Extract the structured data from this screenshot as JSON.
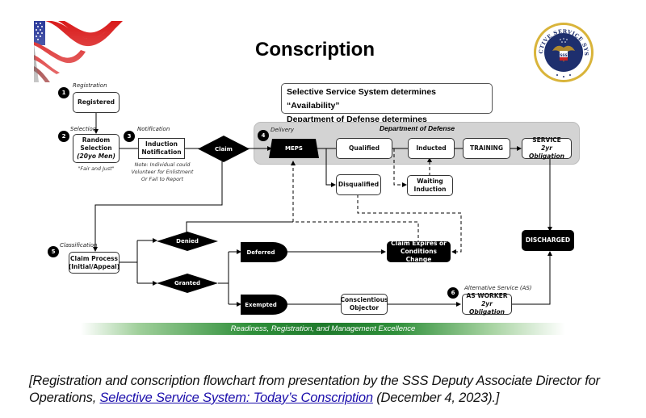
{
  "title": "Conscription",
  "logo": {
    "name": "Selective Service System seal",
    "ring_text": "SELECTIVE SERVICE SYSTEM",
    "shield_text": "SSS"
  },
  "legend": {
    "line1": "Selective Service System determines “Availability”",
    "line2": "Department of Defense determines “Acceptability”"
  },
  "dod_panel_label": "Department of Defense",
  "steps": [
    {
      "number": "1",
      "label": "Registration"
    },
    {
      "number": "2",
      "label": "Selection"
    },
    {
      "number": "3",
      "label": "Notification"
    },
    {
      "number": "4",
      "label": "Delivery"
    },
    {
      "number": "5",
      "label": "Classification"
    },
    {
      "number": "6",
      "label": "Alternative Service (AS)"
    }
  ],
  "nodes": {
    "registered": "Registered",
    "random_selection": {
      "line1": "Random",
      "line2": "Selection",
      "line3": "(20yo Men)"
    },
    "selection_note": "\"Fair and Just\"",
    "induction_notification": {
      "line1": "Induction",
      "line2": "Notification"
    },
    "notification_note": {
      "line1": "Note: Individual could",
      "line2": "Volunteer for Enlistment",
      "line3": "Or Fail to Report"
    },
    "claim": "Claim",
    "meps": "MEPS",
    "qualified": "Qualified",
    "inducted": "Inducted",
    "training": "TRAINING",
    "service": {
      "line1": "SERVICE",
      "line2": "2yr Obligation"
    },
    "disqualified": "Disqualified",
    "waiting_induction": {
      "line1": "Waiting",
      "line2": "Induction"
    },
    "claim_process": {
      "line1": "Claim Process",
      "line2": "(Initial/Appeal)"
    },
    "denied": "Denied",
    "granted": "Granted",
    "deferred": "Deferred",
    "exempted": "Exempted",
    "claim_expires": {
      "line1": "Claim Expires or",
      "line2": "Conditions Change"
    },
    "conscientious_objector": {
      "line1": "Conscientious",
      "line2": "Objector"
    },
    "as_worker": {
      "line1": "AS WORKER",
      "line2": "2yr Obligation"
    },
    "discharged": "DISCHARGED"
  },
  "banner": "Readiness, Registration, and Management Excellence",
  "caption": {
    "prefix": "[Registration and conscription flowchart from presentation by the SSS Deputy Associate Director for Operations, ",
    "link_text": "Selective Service System: Today’s Conscription",
    "suffix": " (December 4, 2023).]"
  }
}
